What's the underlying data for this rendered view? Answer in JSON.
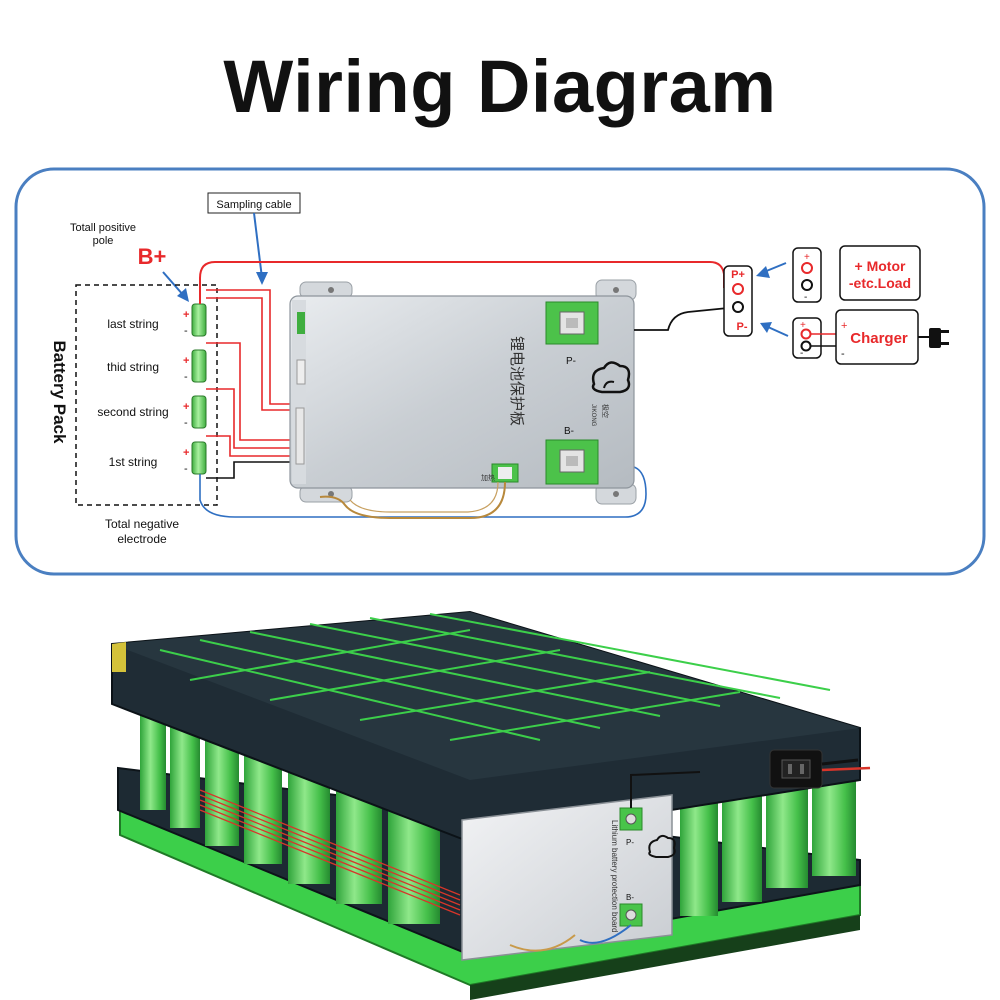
{
  "title": "Wiring Diagram",
  "labels": {
    "sampling_cable": "Sampling cable",
    "total_positive_pole": [
      "Totall positive",
      "pole"
    ],
    "b_plus": "B+",
    "battery_pack": "Battery Pack",
    "strings": [
      "last string",
      "thid string",
      "second string",
      "1st string"
    ],
    "total_negative": [
      "Total negative",
      "electrode"
    ],
    "p_minus_board": "P-",
    "b_minus_board": "B-",
    "board_chinese": "锂电池保护板",
    "brand": "JIKONG",
    "brand_cn": "极空",
    "heat_label": "加热",
    "p_plus": "P+",
    "p_minus": "P-",
    "load_plus": "+",
    "load_minus": "-",
    "motor": [
      "Motor",
      "etc.Load"
    ],
    "charger": "Charger",
    "charger_plus": "+",
    "charger_minus": "-"
  },
  "photo": {
    "board_text": "Lithium battery protection board",
    "p_minus": "P-",
    "b_minus": "B-"
  },
  "colors": {
    "frame": "#4a7fc1",
    "positive": "#e8292b",
    "negative": "#2f6fc2",
    "cell_green": "#6fd36a",
    "pack_green": "#37c94a"
  }
}
